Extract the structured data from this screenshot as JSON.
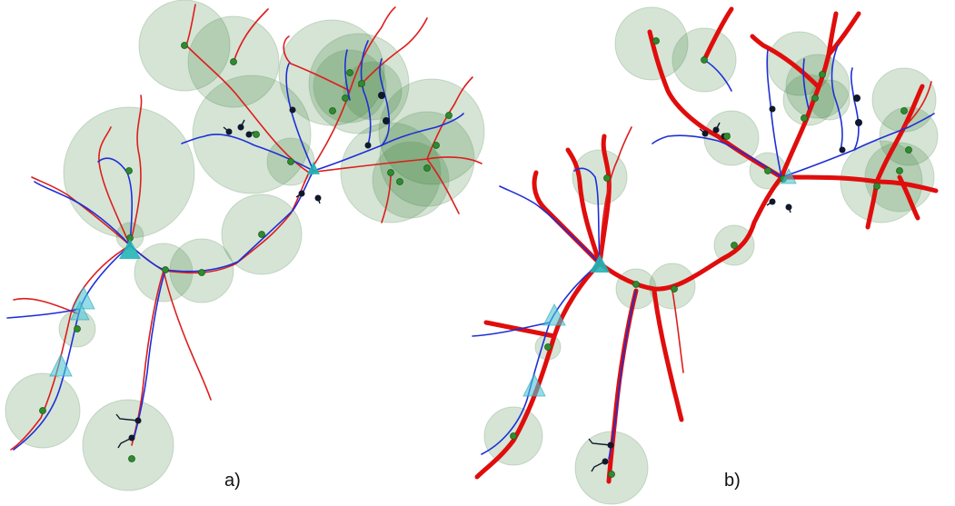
{
  "panels": [
    {
      "id": "a",
      "label": "a)"
    },
    {
      "id": "b",
      "label": "b)"
    }
  ],
  "colors": {
    "trace_red": "#dd1d1d",
    "trace_blue": "#1f2fd6",
    "region_green": "#2e7a2e",
    "node_green": "#2e8b2e",
    "node_dark": "#10182c",
    "soma_cyan": "#22b5b5"
  }
}
